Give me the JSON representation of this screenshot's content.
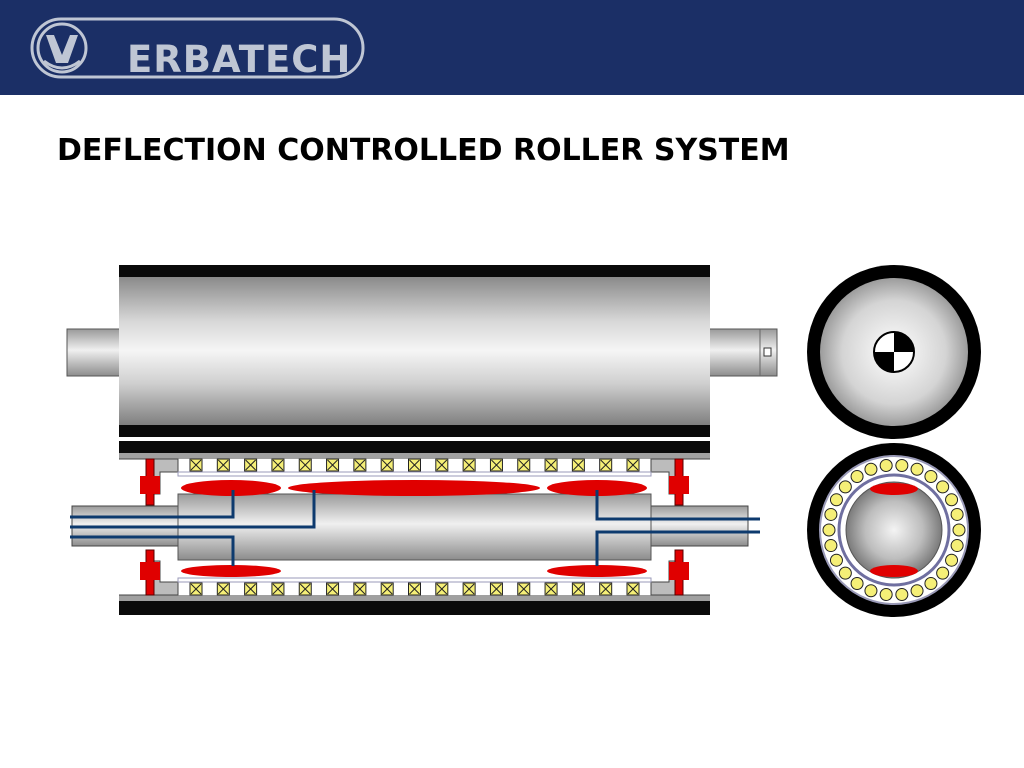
{
  "header": {
    "logo_text": "ERBATECH",
    "bar_color": "#1b2f66",
    "logo_color": "#bfc6d4"
  },
  "slide": {
    "title": "DEFLECTION CONTROLLED ROLLER SYSTEM"
  },
  "diagram": {
    "colors": {
      "metal_dark": "#8a8a8a",
      "metal_light": "#f2f2f2",
      "hydraulic": "#e00000",
      "pipe": "#0d3a6e",
      "bearing": "#f5ef77",
      "cover": "#000000"
    },
    "bearing_count_per_row": 17,
    "shell_bearing_count": 26
  }
}
